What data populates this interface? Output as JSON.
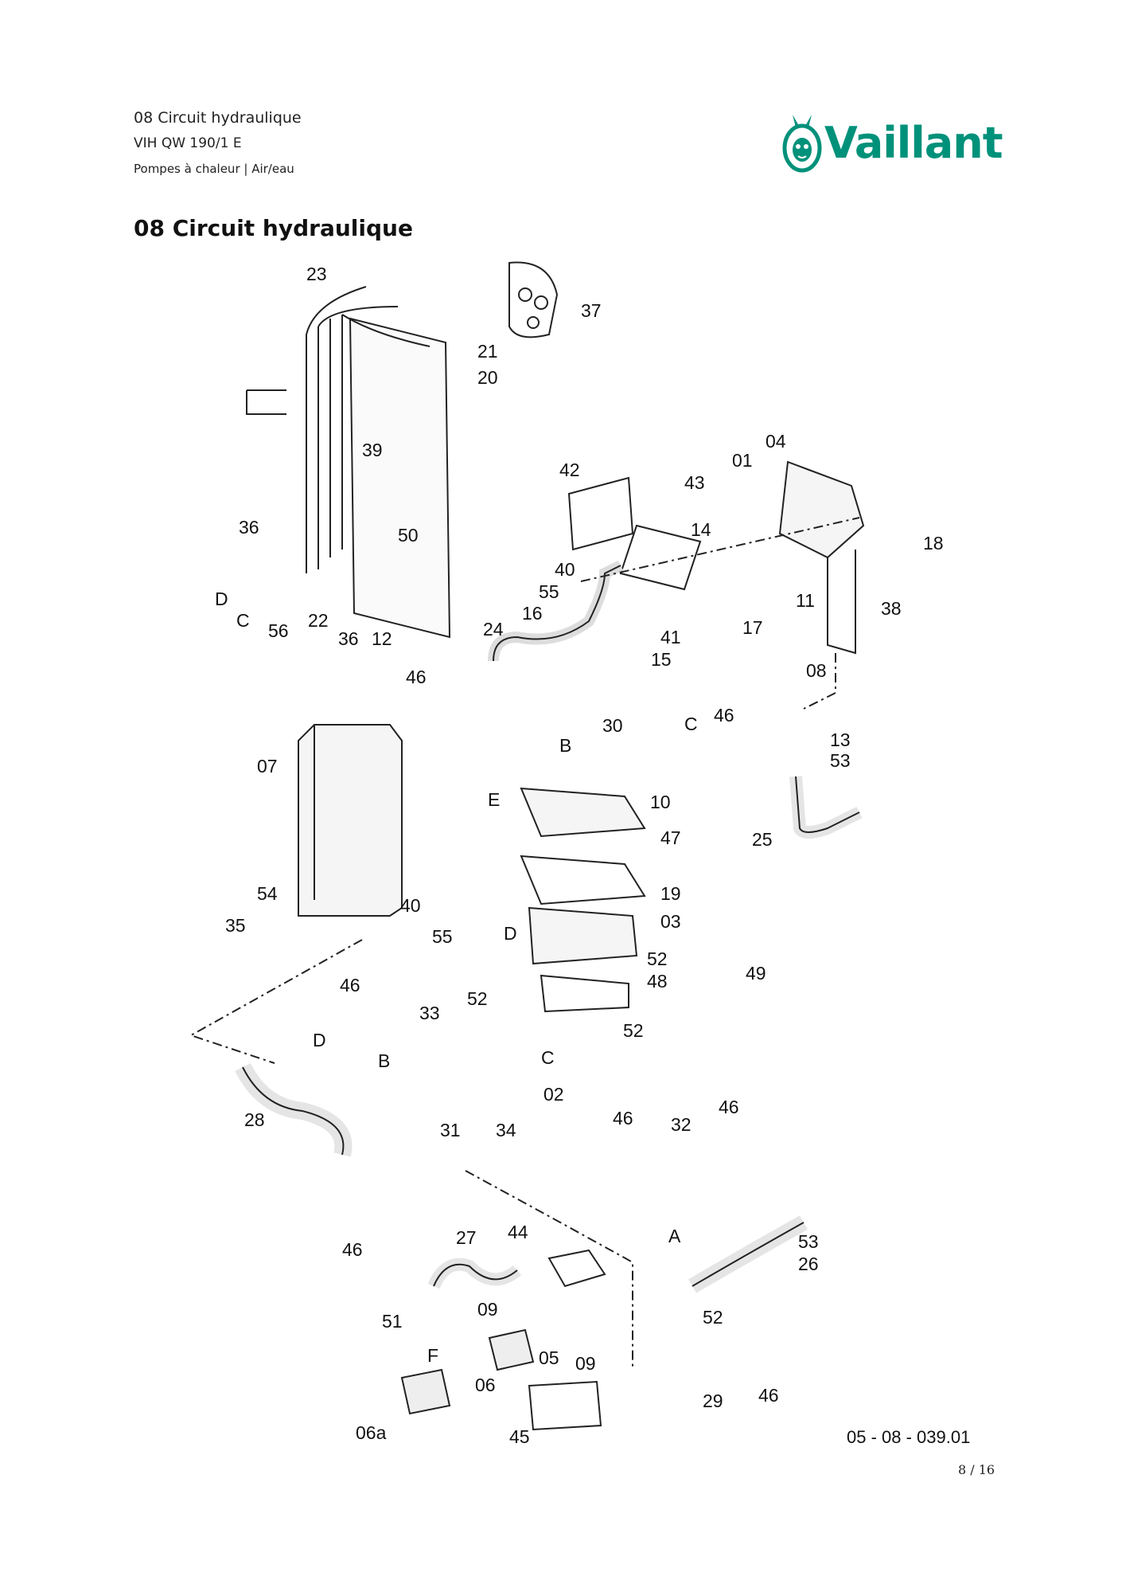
{
  "header": {
    "section": "08 Circuit hydraulique",
    "model": "VIH QW 190/1 E",
    "category": "Pompes à chaleur | Air/eau"
  },
  "logo": {
    "brand": "Vaillant",
    "color": "#00917a",
    "icon": "hare-icon"
  },
  "title": "08 Circuit hydraulique",
  "diagram": {
    "labels": {
      "p23": "23",
      "p37": "37",
      "p21": "21",
      "p20": "20",
      "p39": "39",
      "p04": "04",
      "p42": "42",
      "p01": "01",
      "p43": "43",
      "p14": "14",
      "p18": "18",
      "p36a": "36",
      "p50": "50",
      "p40a": "40",
      "p55a": "55",
      "p16": "16",
      "p11": "11",
      "p38": "38",
      "lD1": "D",
      "lC1": "C",
      "p56": "56",
      "p22": "22",
      "p36b": "36",
      "p12": "12",
      "p24": "24",
      "p41": "41",
      "p17": "17",
      "p15": "15",
      "p08": "08",
      "p46a": "46",
      "p46b": "46",
      "p30": "30",
      "lC2": "C",
      "p13": "13",
      "p07": "07",
      "lB1": "B",
      "p53a": "53",
      "lE": "E",
      "p10": "10",
      "p47": "47",
      "p25": "25",
      "p54": "54",
      "p19": "19",
      "p40b": "40",
      "p35": "35",
      "p55b": "55",
      "lD2": "D",
      "p03": "03",
      "p52a": "52",
      "p49": "49",
      "p46c": "46",
      "p48": "48",
      "p33": "33",
      "p52b": "52",
      "lD3": "D",
      "p52c": "52",
      "lB2": "B",
      "lC3": "C",
      "p02": "02",
      "p46d": "46",
      "p46e": "46",
      "p28": "28",
      "p31": "31",
      "p34": "34",
      "p32": "32",
      "p44": "44",
      "lA": "A",
      "p53b": "53",
      "p27": "27",
      "p46f": "46",
      "p26": "26",
      "p51": "51",
      "p09a": "09",
      "p52d": "52",
      "lF": "F",
      "p05": "05",
      "p09b": "09",
      "p06": "06",
      "p29": "29",
      "p46g": "46",
      "p06a": "06a",
      "p45": "45"
    }
  },
  "drawing_ref": "05 - 08 - 039.01",
  "page": "8 / 16"
}
